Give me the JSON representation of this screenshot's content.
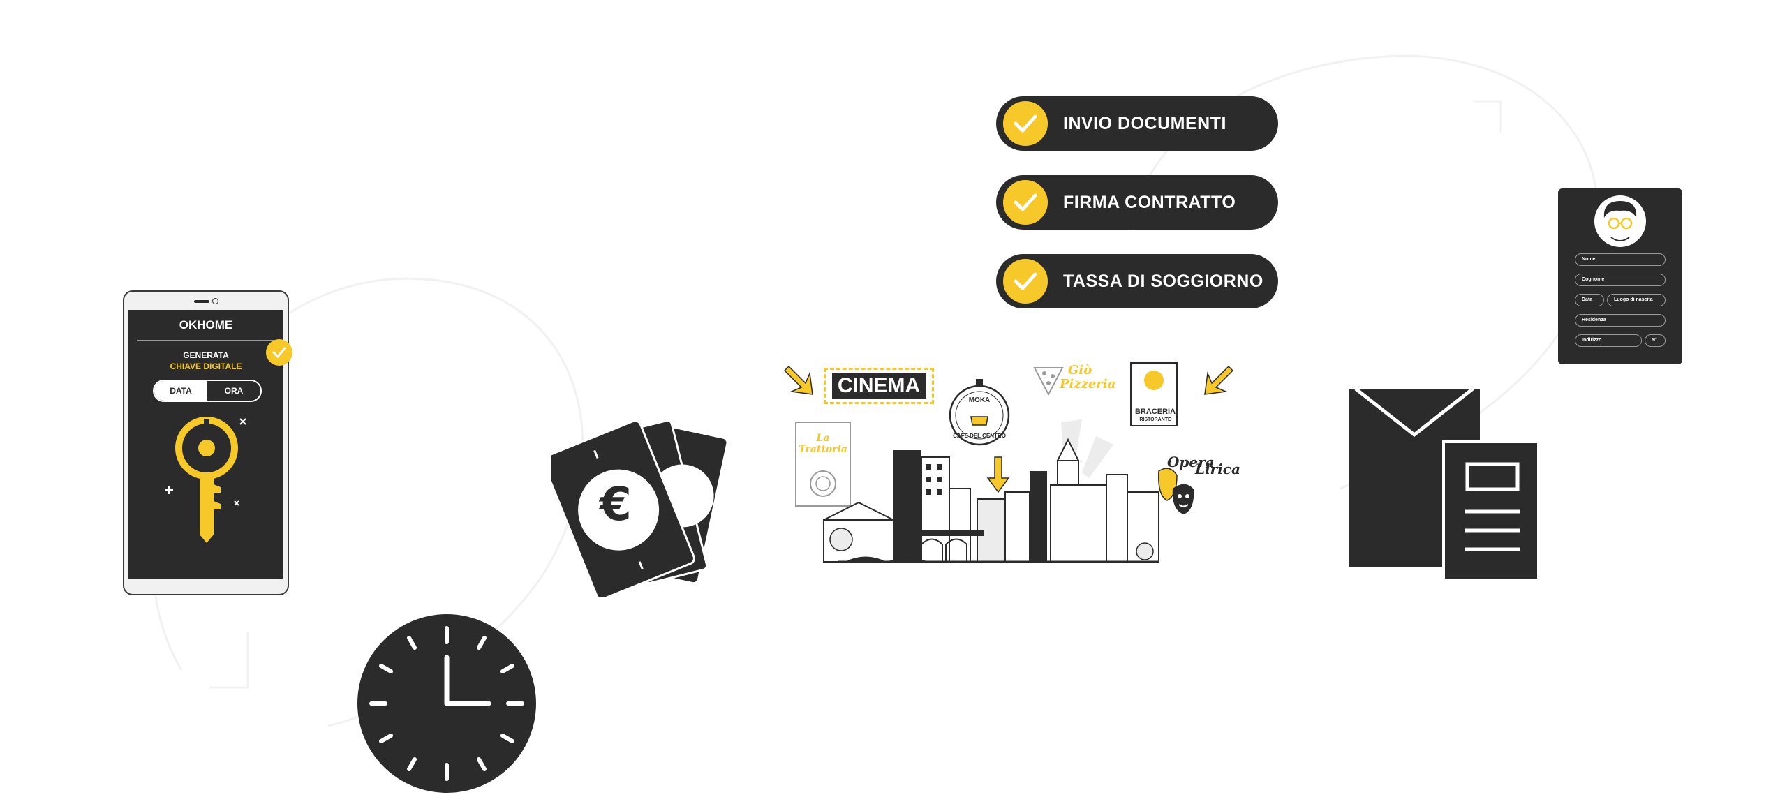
{
  "checklist": [
    {
      "label": "INVIO DOCUMENTI"
    },
    {
      "label": "FIRMA CONTRATTO"
    },
    {
      "label": "TASSA DI SOGGIORNO"
    }
  ],
  "phone": {
    "brand": "OKHOME",
    "generated": "GENERATA",
    "digital_key": "CHIAVE DIGITALE",
    "toggle_left": "DATA",
    "toggle_right": "ORA"
  },
  "form": {
    "name": "Nome",
    "surname": "Cognome",
    "date": "Data",
    "birthplace": "Luogo di nascita",
    "residence": "Residenza",
    "address": "Indirizzo",
    "number": "N°"
  },
  "city": {
    "cinema": "CINEMA",
    "moka_top": "MOKA",
    "moka_bottom": "CAFE DEL CENTRO",
    "pizza_line1": "Giò",
    "pizza_line2": "Pizzeria",
    "braceria": "BRACERIA",
    "ristorante": "RISTORANTE",
    "trattoria_line1": "La",
    "trattoria_line2": "Trattoria",
    "opera_line1": "Opera",
    "opera_line2": "Lirica"
  },
  "icons": {
    "euro_symbol": "€"
  },
  "colors": {
    "dark": "#2b2b2b",
    "accent": "#f6c829",
    "background": "#ffffff"
  }
}
